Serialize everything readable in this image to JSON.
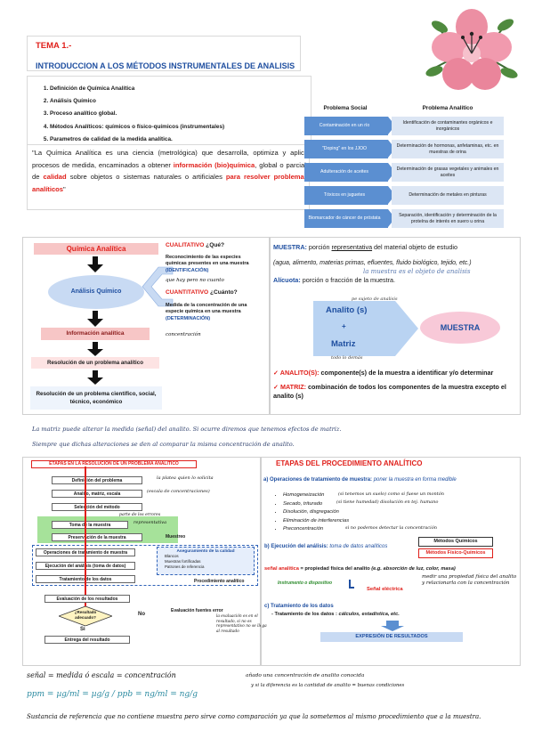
{
  "header": {
    "tema": "TEMA 1.-",
    "intro": "INTRODUCCION A LOS MÉTODOS INSTRUMENTALES DE ANALISIS"
  },
  "topics": [
    "Definición de Química Analítica",
    "Análisis Químico",
    "Proceso analítico global.",
    "Métodos Analíticos: químicos o físico-químicos (instrumentales)",
    "Parametros de calidad de la medida analítica."
  ],
  "quote": {
    "p1": "\"La Química Analítica es una ciencia (metrológica) que desarrolla, optimiza y aplica procesos de medida, encaminados a obtener ",
    "r1": "información (bio)química",
    "p2": ", global o parcial, de ",
    "r2": "calidad",
    "p3": " sobre objetos o sistemas naturales o artificiales ",
    "r3": "para resolver problemas analíticos",
    "p4": "\""
  },
  "table": {
    "head_left": "Problema Social",
    "head_right": "Problema Analítico",
    "rows": [
      {
        "social": "Contaminación en un río",
        "analitico": "Identificación de contaminantes orgánicos e inorgánicos"
      },
      {
        "social": "\"Doping\" en los JJOO",
        "analitico": "Determinación de hormonas, anfetaminas, etc. en muestras de orina"
      },
      {
        "social": "Adulteración de aceites",
        "analitico": "Determinación de grasas vegetales y animales en aceites"
      },
      {
        "social": "Tóxicos en juguetes",
        "analitico": "Determinación de metales en pinturas"
      },
      {
        "social": "Biomarcador de cáncer de próstata",
        "analitico": "Separación, identificación y determinación de la proteína de interés en suero u orina"
      }
    ]
  },
  "concept": {
    "qa": "Química Analítica",
    "aq": "Análisis Químico",
    "info": "Información analítica",
    "res1": "Resolución de un problema analítico",
    "res2": "Resolución de un problema científico, social, técnico, económico",
    "cual_h": "CUALITATIVO",
    "cual_q": " ¿Qué?",
    "cual_t": "Reconocimiento de las especies químicas presentes en una muestra ",
    "cual_id": "(IDENTIFICACIÓN)",
    "cual_note": "que hay pero no cuanto",
    "cuant_h": "CUANTITATIVO",
    "cuant_q": " ¿Cuánto?",
    "cuant_t": "Medida de la concentración de una especie química en una muestra ",
    "cuant_det": "(DETERMINACIÓN)",
    "cuant_note": "concentración"
  },
  "muestra": {
    "m_label": "MUESTRA:",
    "m_text1": " porción ",
    "m_under": "representativa",
    "m_text2": " del material objeto de estudio",
    "m_examples": "(agua, alimento, materias primas, efluentes, fluido biológico, tejido, etc.)",
    "m_note": "la muestra es el objeto de analisis",
    "alic_label": "Alícuota:",
    "alic_text": " porción o fracción de la muestra.",
    "note_top": "pe sujeto de analisis",
    "analito": "Analito (s)",
    "plus": "+",
    "matriz": "Matriz",
    "muestra_ellipse": "MUESTRA",
    "note_bottom": "todo lo demás",
    "ck1_label": "ANALITO(S):",
    "ck1_text": " componente(s) de la muestra a identificar y/o determinar",
    "ck2_label": "MATRIZ:",
    "ck2_text": " combinación de todos los componentes de la muestra excepto el analito (s)"
  },
  "handwritten": {
    "line1": "La matriz puede alterar la medida (señal) del analito. Si ocurre diremos que tenemos efectos de matriz.",
    "line2": "Siempre que dichas alteraciones se den al comparar la misma concentración de analito.",
    "f1": "señal = medida  ó  escala = concentración",
    "f2": "ppm = µg/ml = µg/g   /   ppb = ng/ml = ng/g",
    "f3": "Sustancia de referencia que no contiene muestra pero sirve como comparación ya que la sometemos al mismo procedimiento que a la muestra.",
    "r1": "añado una concentración de analito conocida",
    "r2": "y si la diferencia es la cantidad de analito = buenas condiciones"
  },
  "etapas": {
    "title": "ETAPAS EN LA RESOLUCIÓN DE UN PROBLEMA ANALÍTICO",
    "b1": "Definición del problema",
    "b1n": "la platea quien lo solicita",
    "b2": "Analito, matriz, escala",
    "b2n": "(escala de concentraciones)",
    "b3": "Selección del método",
    "b4": "Toma de la muestra",
    "b4n": "parte de los errores",
    "b4r": "representativa",
    "b5": "Preservación de la muestra",
    "muestreo": "Muestreo",
    "b6": "Operaciones de tratamiento de muestra",
    "b7": "Ejecución del análisis (toma de datos)",
    "b8": "Tratamiento de los datos",
    "aseg": "Aseguramiento de la calidad",
    "aseg1": "Blancos",
    "aseg2": "Muestras fortificadas",
    "aseg3": "Patrones de referencia",
    "proc": "Procedimiento analítico",
    "b9": "Evaluación de los resultados",
    "diamond": "¿Resultado adecuado?",
    "no": "No",
    "si": "Sí",
    "b10": "Entrega del resultado",
    "eval_fuentes": "Evaluación fuentes error",
    "eval_note": "la evaluación es en el resultado, si no es representativo no se llega al resultado"
  },
  "procedimiento": {
    "title": "ETAPAS DEL PROCEDIMIENTO ANALÍTICO",
    "a_title": "a)  Operaciones de tratamiento de muestra:",
    "a_sub": " poner la muestra en forma medible",
    "a_items": [
      "Homogeneización",
      "Secado, triturado",
      "Disolución, disgregación",
      "Eliminación de interferencias",
      "Preconcentración"
    ],
    "a_notes": [
      "(si tenemos un suelo)  como si fuese un montón",
      "(si tiene humedad)  disolución en tej. humano",
      "",
      "",
      "si no podemos detectar la concentración"
    ],
    "b_title": "b) Ejecución del análisis:",
    "b_sub": " toma de datos analíticos",
    "mq": "Métodos Químicos",
    "mfq": "Métodos Físico-Químicos",
    "senal_red": "señal analítica",
    "senal_text": " = propiedad física del analito ",
    "senal_ex": "(e.g. absorción de luz, color, masa)",
    "instr": "Instrumento o dispositivo",
    "senal_el": "Señal eléctrica",
    "senal_note": "medir una propiedad física del analito y relacionarla con la concentración",
    "c_title": "c) Tratamiento de los datos",
    "c_text": "- Tratamiento de los datos : ",
    "c_ex": "cálculos, estadística, etc.",
    "expr": "EXPRESIÓN DE RESULTADOS"
  },
  "colors": {
    "red": "#e0201b",
    "blue": "#1f4fa0",
    "table_blue": "#5b8fd1",
    "table_light": "#dce6f4",
    "pink": "#f7c6c6",
    "green": "#a6e29a"
  }
}
